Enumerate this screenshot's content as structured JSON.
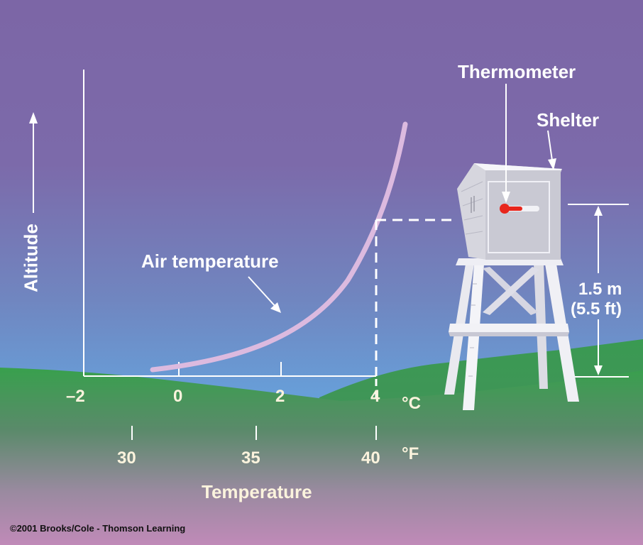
{
  "labels": {
    "thermometer": "Thermometer",
    "shelter": "Shelter",
    "air_temperature": "Air temperature",
    "altitude": "Altitude",
    "height_m": "1.5 m",
    "height_ft": "(5.5 ft)",
    "temperature": "Temperature",
    "unit_c": "°C",
    "unit_f": "°F",
    "copyright": "©2001 Brooks/Cole - Thomson Learning"
  },
  "celsius_ticks": [
    "–2",
    "0",
    "2",
    "4"
  ],
  "fahrenheit_ticks": [
    "30",
    "35",
    "40"
  ],
  "colors": {
    "sky_top": "#7d67a7",
    "sky_bottom": "#67a3dc",
    "ground": "#3d9a4e",
    "curve": "#e0bde0",
    "thermometer_bulb": "#e8261c"
  }
}
